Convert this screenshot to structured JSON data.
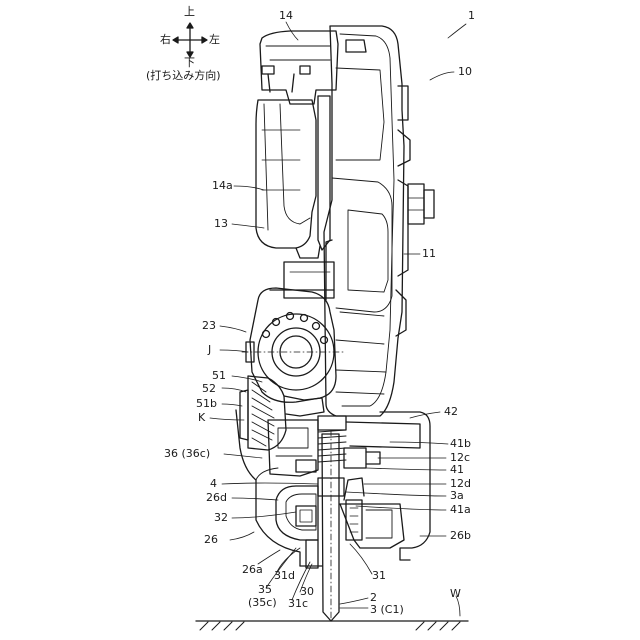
{
  "direction_legend": {
    "up": "上",
    "down": "下",
    "right": "右",
    "left": "左",
    "driving_direction": "(打ち込み方向)"
  },
  "labels": {
    "n1": "1",
    "n10": "10",
    "n14": "14",
    "n14a": "14a",
    "n13": "13",
    "n11": "11",
    "n23": "23",
    "nJ": "J",
    "n51": "51",
    "n52": "52",
    "n51b": "51b",
    "nK": "K",
    "n42": "42",
    "n41b": "41b",
    "n12c": "12c",
    "n36": "36 (36c)",
    "n41": "41",
    "n4": "4",
    "n12d": "12d",
    "n26d": "26d",
    "n3a": "3a",
    "n41a": "41a",
    "n32": "32",
    "n26": "26",
    "n26b": "26b",
    "n26a": "26a",
    "n31d": "31d",
    "n31": "31",
    "n35": "35",
    "n35c": "(35c)",
    "n31c": "31c",
    "n30": "30",
    "n2": "2",
    "n3c1": "3 (C1)",
    "nW": "W"
  }
}
